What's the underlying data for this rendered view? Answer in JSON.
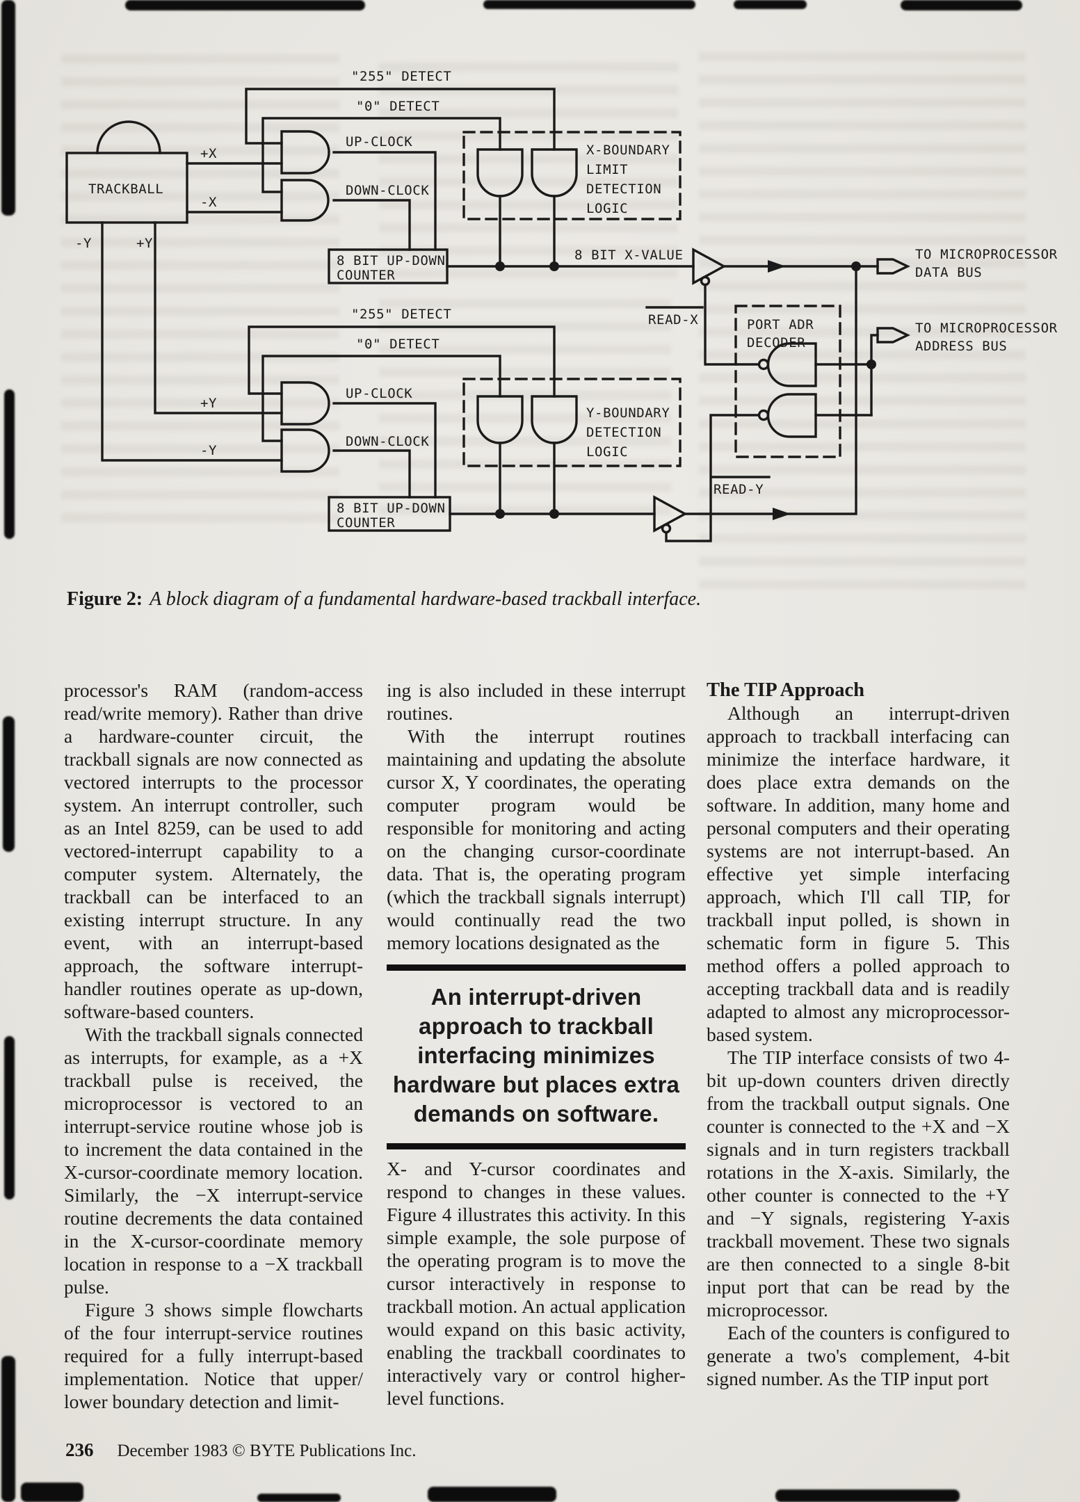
{
  "figure": {
    "caption": {
      "prefix": "Figure 2:",
      "text": "A block diagram of a fundamental hardware-based trackball interface."
    },
    "labels": {
      "detect255_x": "\"255\" DETECT",
      "detect0_x": "\"0\" DETECT",
      "up_clock_x": "UP-CLOCK",
      "down_clock_x": "DOWN-CLOCK",
      "trackball": "TRACKBALL",
      "plus_x": "+X",
      "minus_x": "-X",
      "minus_y": "-Y",
      "plus_y": "+Y",
      "counter_x_l1": "8 BIT UP-DOWN",
      "counter_x_l2": "COUNTER",
      "x_boundary_l1": "X-BOUNDARY",
      "x_boundary_l2": "LIMIT",
      "x_boundary_l3": "DETECTION",
      "x_boundary_l4": "LOGIC",
      "x_value": "8 BIT X-VALUE",
      "read_x": "READ-X",
      "port_adr_l1": "PORT ADR",
      "port_adr_l2": "DECODER",
      "data_bus_l1": "TO MICROPROCESSOR",
      "data_bus_l2": "DATA BUS",
      "addr_bus_l1": "TO MICROPROCESSOR",
      "addr_bus_l2": "ADDRESS BUS",
      "detect255_y": "\"255\" DETECT",
      "detect0_y": "\"0\" DETECT",
      "up_clock_y": "UP-CLOCK",
      "down_clock_y": "DOWN-CLOCK",
      "y_boundary_l1": "Y-BOUNDARY",
      "y_boundary_l2": "DETECTION",
      "y_boundary_l3": "LOGIC",
      "counter_y_l1": "8 BIT UP-DOWN",
      "counter_y_l2": "COUNTER",
      "read_y": "READ-Y"
    }
  },
  "article": {
    "left": {
      "p1": "processor's RAM (random-access read/write memory). Rather than drive a hardware-counter circuit, the trackball signals are now connected as vectored interrupts to the processor system. An interrupt controller, such as an Intel 8259, can be used to add vectored-interrupt capability to a computer system. Alternately, the trackball can be interfaced to an existing interrupt structure. In any event, with an interrupt-based approach, the software interrupt-handler routines operate as up-down, software-based counters.",
      "p2": "With the trackball signals connected as interrupts, for example, as a +X trackball pulse is received, the microprocessor is vectored to an interrupt-service routine whose job is to increment the data contained in the X-cursor-coordinate memory location. Similarly, the −X interrupt-service routine decrements the data contained in the X-cursor-coordinate memory location in response to a −X trackball pulse.",
      "p3": "Figure 3 shows simple flowcharts of the four interrupt-service routines required for a fully interrupt-based implementation. Notice that upper/ lower boundary detection and limit-"
    },
    "middle": {
      "p1": "ing is also included in these interrupt routines.",
      "p2": "With the interrupt routines maintaining and updating the absolute cursor X, Y coordinates, the operating computer program would be responsible for monitoring and acting on the changing cursor-coordinate data. That is, the operating program (which the trackball signals interrupt) would continually read the two memory locations designated as the",
      "pullquote": "An interrupt-driven approach to trackball interfacing minimizes hardware but places extra demands on software.",
      "p3": "X- and Y-cursor coordinates and respond to changes in these values. Figure 4 illustrates this activity. In this simple example, the sole purpose of the operating program is to move the cursor interactively in response to trackball motion. An actual application would expand on this basic activity, enabling the trackball coordinates to interactively vary or control higher-level functions."
    },
    "right": {
      "heading": "The TIP Approach",
      "p1": "Although an interrupt-driven approach to trackball interfacing can minimize the interface hardware, it does place extra demands on the software. In addition, many home and personal computers and their operating systems are not interrupt-based. An effective yet simple interfacing approach, which I'll call TIP, for trackball input polled, is shown in schematic form in figure 5. This method offers a polled approach to accepting trackball data and is readily adapted to almost any microprocessor-based system.",
      "p2": "The TIP interface consists of two 4-bit up-down counters driven directly from the trackball output signals. One counter is connected to the +X and −X signals and in turn registers trackball rotations in the X-axis. Similarly, the other counter is connected to the +Y and −Y signals, registering Y-axis trackball movement. These two signals are then connected to a single 8-bit input port that can be read by the microprocessor.",
      "p3": "Each of the counters is configured to generate a two's complement, 4-bit signed number. As the TIP input port"
    }
  },
  "footer": {
    "page_number": "236",
    "credit": "December 1983 © BYTE Publications Inc."
  }
}
